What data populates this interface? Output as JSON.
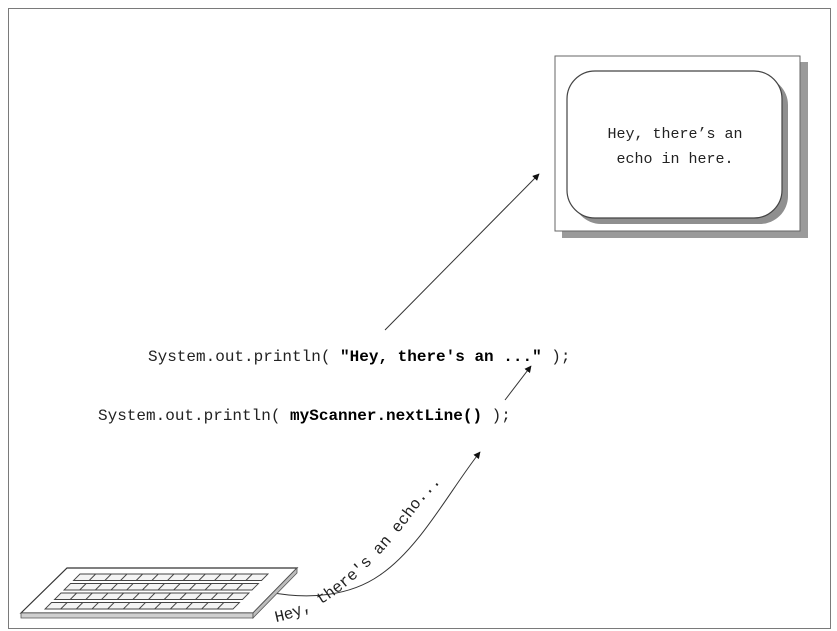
{
  "screen": {
    "text_line1": "Hey, there’s an",
    "text_line2": "echo in here."
  },
  "statement1": {
    "prefix": "System.out.println( ",
    "literal": "\"Hey, there's an ...\"",
    "suffix": " );"
  },
  "statement2": {
    "prefix": "System.out.println( ",
    "call": "myScanner.nextLine()",
    "suffix": " );"
  },
  "typed_input": {
    "text": "Hey, there's an echo..."
  }
}
